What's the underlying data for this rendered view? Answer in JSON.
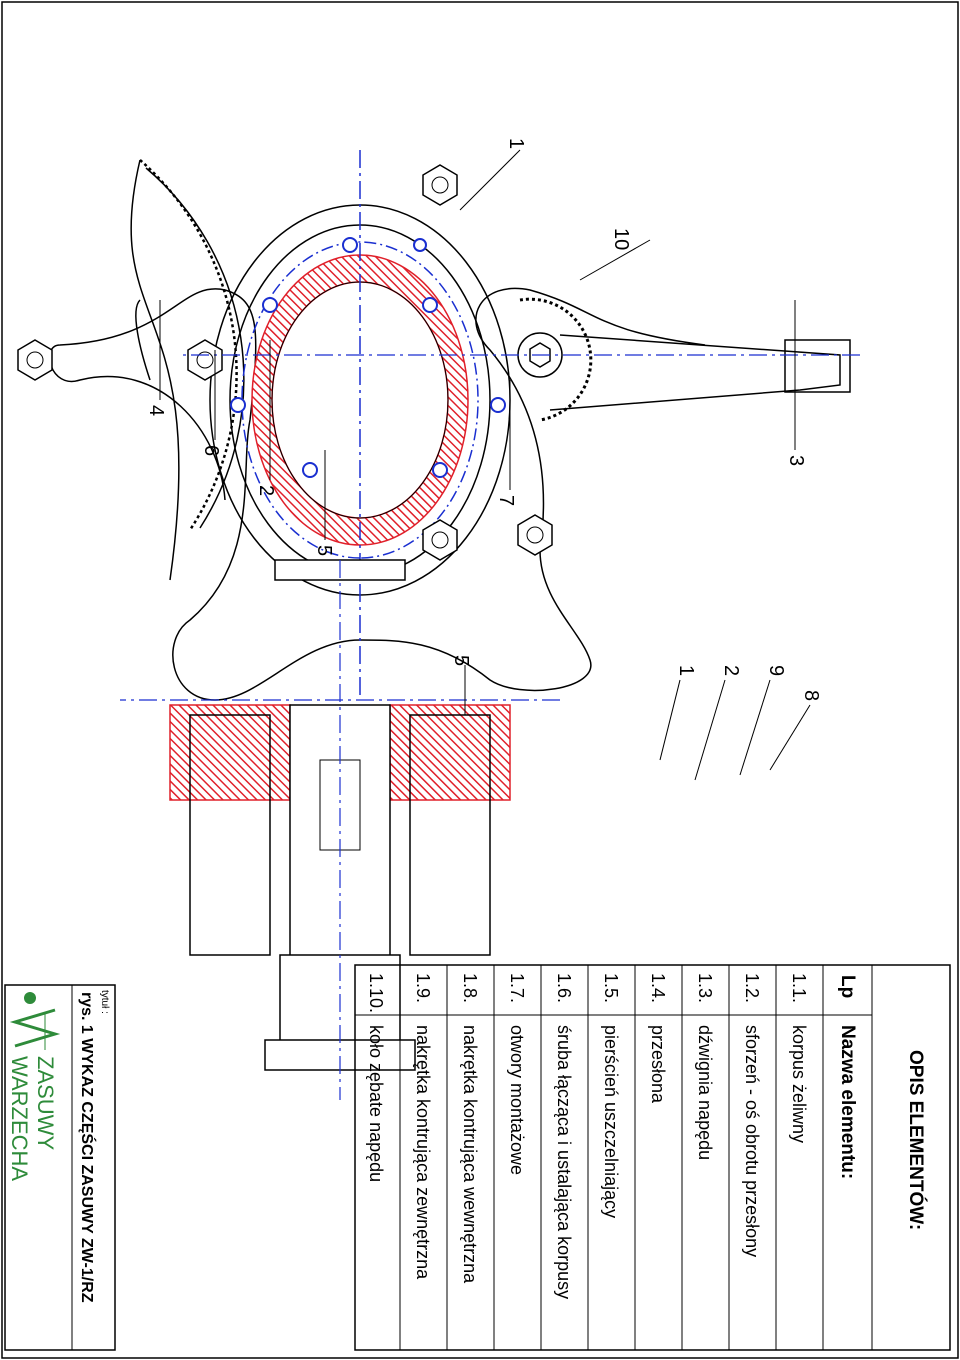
{
  "table": {
    "title": "OPIS ELEMENTÓW:",
    "col_lp": "Lp",
    "col_name": "Nazwa elementu:",
    "rows": [
      {
        "lp": "1.1.",
        "name": "korpus żeliwny"
      },
      {
        "lp": "1.2.",
        "name": "sforzeń - oś obrotu przesłony"
      },
      {
        "lp": "1.3.",
        "name": "dźwignia napędu"
      },
      {
        "lp": "1.4.",
        "name": "przesłona"
      },
      {
        "lp": "1.5.",
        "name": "pierścień uszczelniający"
      },
      {
        "lp": "1.6.",
        "name": "śruba łącząca i ustalająca korpusy"
      },
      {
        "lp": "1.7.",
        "name": "otwory montażowe"
      },
      {
        "lp": "1.8.",
        "name": "nakrętka kontrująca wewnętrzna"
      },
      {
        "lp": "1.9.",
        "name": "nakrętka kontrująca zewnętrzna"
      },
      {
        "lp": "1.10.",
        "name": "koło zębate napędu"
      }
    ]
  },
  "title_block": {
    "label": "tytuł :",
    "title": "rys. 1 WYKAZ CZĘŚCI ZASUWY  ZW-1/RZ",
    "logo_line1": "ZASUWY",
    "logo_line2": "WARZECHA"
  },
  "front_view_callouts": [
    "1",
    "10",
    "3",
    "4",
    "6",
    "2",
    "7",
    "5"
  ],
  "side_view_callouts": [
    "8",
    "9",
    "2",
    "1",
    "5"
  ],
  "colors": {
    "line": "#000000",
    "seal": "#e0202a",
    "axis": "#1a2fd0"
  }
}
